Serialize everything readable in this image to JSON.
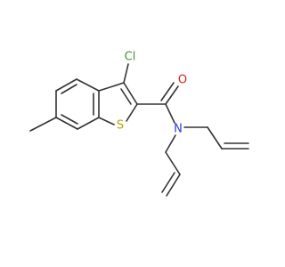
{
  "atoms": [
    {
      "id": "Cl",
      "label": "Cl",
      "color": "#3a9a2a"
    },
    {
      "id": "O",
      "label": "O",
      "color": "#e02020"
    },
    {
      "id": "S",
      "label": "S",
      "color": "#b8a400"
    },
    {
      "id": "N",
      "label": "N",
      "color": "#2a3ad6"
    }
  ],
  "colors": {
    "bond": "#333333",
    "background": "#ffffff"
  }
}
